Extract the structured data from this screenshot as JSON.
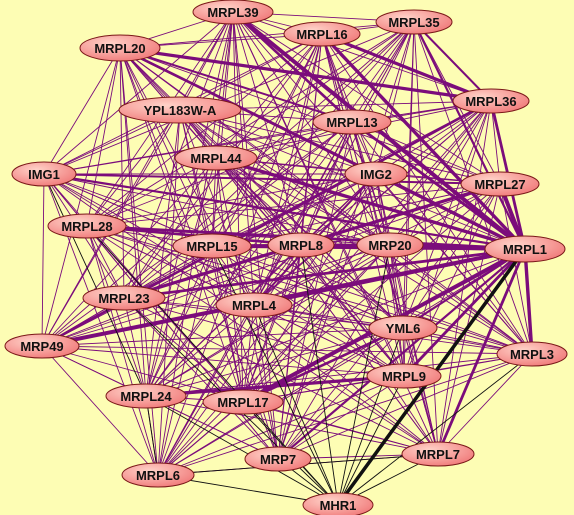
{
  "colors": {
    "background": "#fdfdb4",
    "edge_purple": "#7b0c7b",
    "edge_black": "#111111",
    "node_fill_light": "#ffd2c8",
    "node_fill_dark": "#f07878",
    "node_stroke": "#7a1818"
  },
  "nodes": [
    {
      "id": "MRPL39",
      "label": "MRPL39"
    },
    {
      "id": "MRPL35",
      "label": "MRPL35"
    },
    {
      "id": "MRPL16",
      "label": "MRPL16"
    },
    {
      "id": "MRPL20",
      "label": "MRPL20"
    },
    {
      "id": "MRPL36",
      "label": "MRPL36"
    },
    {
      "id": "YPL183W-A",
      "label": "YPL183W-A"
    },
    {
      "id": "MRPL13",
      "label": "MRPL13"
    },
    {
      "id": "MRPL44",
      "label": "MRPL44"
    },
    {
      "id": "IMG1",
      "label": "IMG1"
    },
    {
      "id": "IMG2",
      "label": "IMG2"
    },
    {
      "id": "MRPL27",
      "label": "MRPL27"
    },
    {
      "id": "MRPL28",
      "label": "MRPL28"
    },
    {
      "id": "MRPL15",
      "label": "MRPL15"
    },
    {
      "id": "MRPL8",
      "label": "MRPL8"
    },
    {
      "id": "MRP20",
      "label": "MRP20"
    },
    {
      "id": "MRPL1",
      "label": "MRPL1"
    },
    {
      "id": "MRPL23",
      "label": "MRPL23"
    },
    {
      "id": "MRPL4",
      "label": "MRPL4"
    },
    {
      "id": "YML6",
      "label": "YML6"
    },
    {
      "id": "MRP49",
      "label": "MRP49"
    },
    {
      "id": "MRPL3",
      "label": "MRPL3"
    },
    {
      "id": "MRPL9",
      "label": "MRPL9"
    },
    {
      "id": "MRPL24",
      "label": "MRPL24"
    },
    {
      "id": "MRPL17",
      "label": "MRPL17"
    },
    {
      "id": "MRPL7",
      "label": "MRPL7"
    },
    {
      "id": "MRP7",
      "label": "MRP7"
    },
    {
      "id": "MRPL6",
      "label": "MRPL6"
    },
    {
      "id": "MHR1",
      "label": "MHR1"
    }
  ],
  "emphasized_edges": [
    {
      "source": "MRPL1",
      "target": "MRPL35"
    },
    {
      "source": "MRPL1",
      "target": "MRPL36"
    },
    {
      "source": "MRPL1",
      "target": "MRPL16"
    },
    {
      "source": "MRPL1",
      "target": "MRPL39"
    },
    {
      "source": "MRPL1",
      "target": "MRPL20"
    },
    {
      "source": "MRPL1",
      "target": "MRPL13"
    },
    {
      "source": "MRPL1",
      "target": "IMG2"
    },
    {
      "source": "MRPL1",
      "target": "MRPL27"
    },
    {
      "source": "MRPL1",
      "target": "IMG1"
    },
    {
      "source": "MRPL1",
      "target": "MRPL28"
    },
    {
      "source": "MRPL1",
      "target": "MRPL15"
    },
    {
      "source": "MRPL1",
      "target": "MRPL8"
    },
    {
      "source": "MRPL1",
      "target": "MRP20"
    },
    {
      "source": "MRPL1",
      "target": "MRPL23"
    },
    {
      "source": "MRPL1",
      "target": "MRPL4"
    },
    {
      "source": "MRPL1",
      "target": "MRP49"
    },
    {
      "source": "MRPL1",
      "target": "YML6"
    },
    {
      "source": "MRPL1",
      "target": "MRPL9"
    },
    {
      "source": "MRPL1",
      "target": "MRPL3"
    },
    {
      "source": "MRPL1",
      "target": "MRPL17"
    },
    {
      "source": "MRPL1",
      "target": "MRP7"
    },
    {
      "source": "MRPL1",
      "target": "MRPL7"
    },
    {
      "source": "MRPL1",
      "target": "MRPL44"
    },
    {
      "source": "MRPL20",
      "target": "MRPL36"
    },
    {
      "source": "MRPL20",
      "target": "MRPL13"
    },
    {
      "source": "MRPL20",
      "target": "IMG2"
    },
    {
      "source": "MRPL16",
      "target": "MRPL36"
    },
    {
      "source": "MRPL35",
      "target": "MRPL36"
    },
    {
      "source": "MRPL39",
      "target": "MRPL13"
    },
    {
      "source": "MRPL15",
      "target": "MRP20"
    },
    {
      "source": "MRPL8",
      "target": "MRP20"
    },
    {
      "source": "MRPL28",
      "target": "MRPL8"
    },
    {
      "source": "MRPL23",
      "target": "MRPL27"
    },
    {
      "source": "MRPL4",
      "target": "IMG2"
    },
    {
      "source": "MRPL17",
      "target": "YML6"
    },
    {
      "source": "MRPL24",
      "target": "MRPL9"
    },
    {
      "source": "IMG1",
      "target": "MRPL27"
    },
    {
      "source": "MRP49",
      "target": "MRPL36"
    }
  ],
  "black_edges": [
    {
      "source": "MHR1",
      "target": "MRPL1",
      "heavy": true
    },
    {
      "source": "MHR1",
      "target": "MRPL6",
      "heavy": false
    },
    {
      "source": "MHR1",
      "target": "MRP7",
      "heavy": false
    },
    {
      "source": "MHR1",
      "target": "MRPL17",
      "heavy": false
    },
    {
      "source": "MHR1",
      "target": "MRPL24",
      "heavy": false
    },
    {
      "source": "MHR1",
      "target": "MRPL7",
      "heavy": false
    },
    {
      "source": "MHR1",
      "target": "MRPL9",
      "heavy": false
    },
    {
      "source": "MHR1",
      "target": "YML6",
      "heavy": false
    },
    {
      "source": "MHR1",
      "target": "MRPL4",
      "heavy": false
    },
    {
      "source": "MHR1",
      "target": "MRPL23",
      "heavy": false
    },
    {
      "source": "MHR1",
      "target": "MRPL28",
      "heavy": false
    },
    {
      "source": "MHR1",
      "target": "MRPL3",
      "heavy": false
    },
    {
      "source": "MHR1",
      "target": "MRPL8",
      "heavy": false
    },
    {
      "source": "MHR1",
      "target": "MRP20",
      "heavy": false
    },
    {
      "source": "MHR1",
      "target": "MRPL15",
      "heavy": false
    },
    {
      "source": "IMG1",
      "target": "MRPL24",
      "heavy": false
    },
    {
      "source": "MRPL6",
      "target": "MRPL7",
      "heavy": false
    },
    {
      "source": "MRPL6",
      "target": "MRPL24",
      "heavy": false
    }
  ]
}
